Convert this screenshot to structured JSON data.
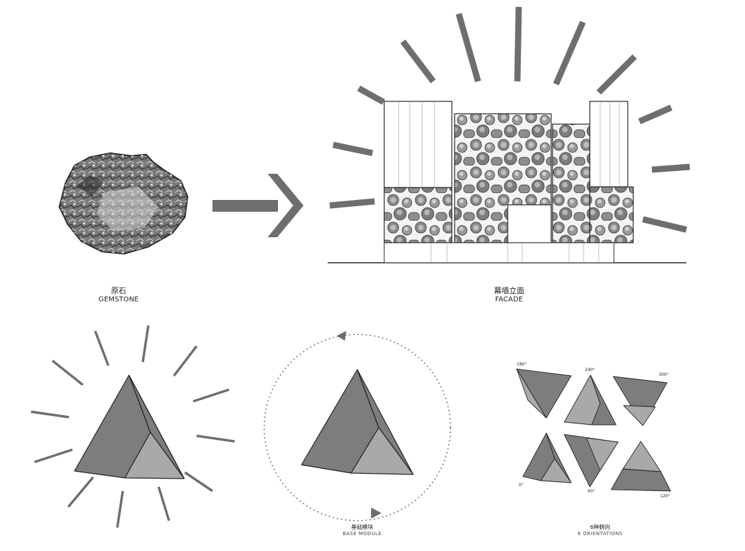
{
  "captions": {
    "gemstone_zh": "原石",
    "gemstone_en": "GEMSTONE",
    "facade_zh": "幕墙立面",
    "facade_en": "FACADE",
    "module_zh": "基础模块",
    "module_en": "BASE MODULE",
    "orient_zh": "6种朝向",
    "orient_en": "6 ORIENTATIONS"
  },
  "orientations": [
    "180°",
    "240°",
    "300°",
    "0°",
    "60°",
    "120°"
  ],
  "colors": {
    "dark_face": "#7d7d7d",
    "light_face": "#a9a9a9",
    "ray": "#6e6e6e",
    "line": "#222222"
  }
}
